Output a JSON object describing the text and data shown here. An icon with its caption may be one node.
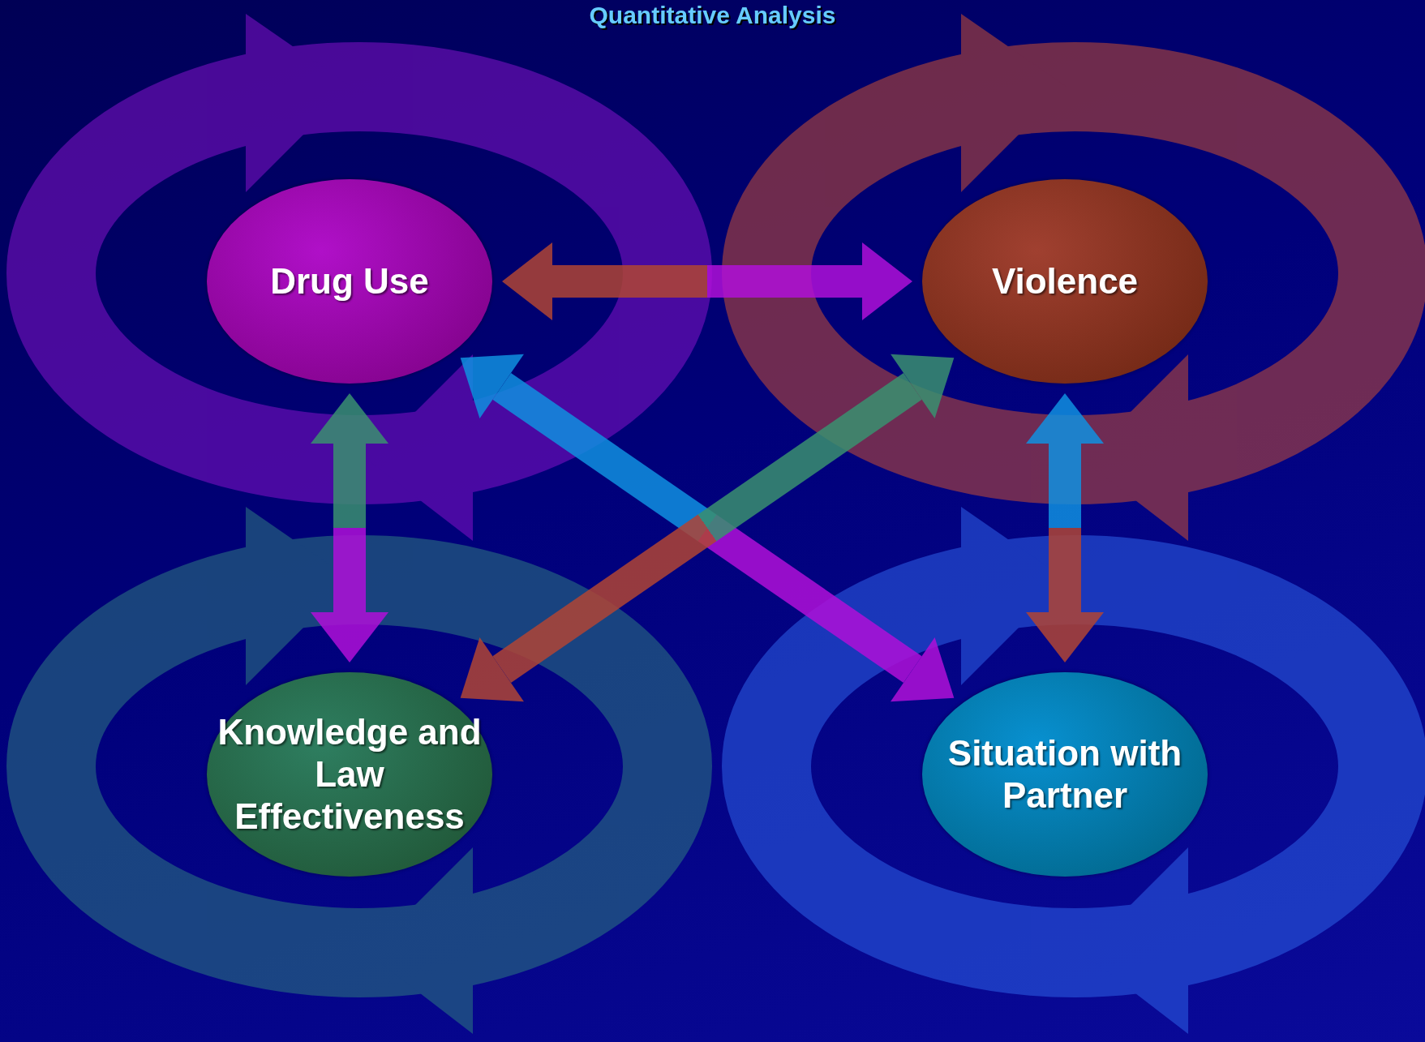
{
  "diagram": {
    "title": "Quantitative Analysis",
    "nodes": [
      {
        "text": [
          "Drug Use"
        ]
      },
      {
        "text": [
          "Violence"
        ]
      },
      {
        "text": [
          "Knowledge and Law Effectiveness"
        ]
      },
      {
        "text": [
          "Situation with Partner"
        ]
      }
    ],
    "edges": [
      {
        "from": 0,
        "to": 1,
        "arrow": "both",
        "style": "thick"
      },
      {
        "from": 0,
        "to": 2,
        "arrow": "both",
        "style": "thick"
      },
      {
        "from": 1,
        "to": 3,
        "arrow": "both",
        "style": "thick"
      },
      {
        "from": 0,
        "to": 3,
        "arrow": "both",
        "style": "thick"
      },
      {
        "from": 1,
        "to": 2,
        "arrow": "both",
        "style": "thick"
      }
    ]
  }
}
